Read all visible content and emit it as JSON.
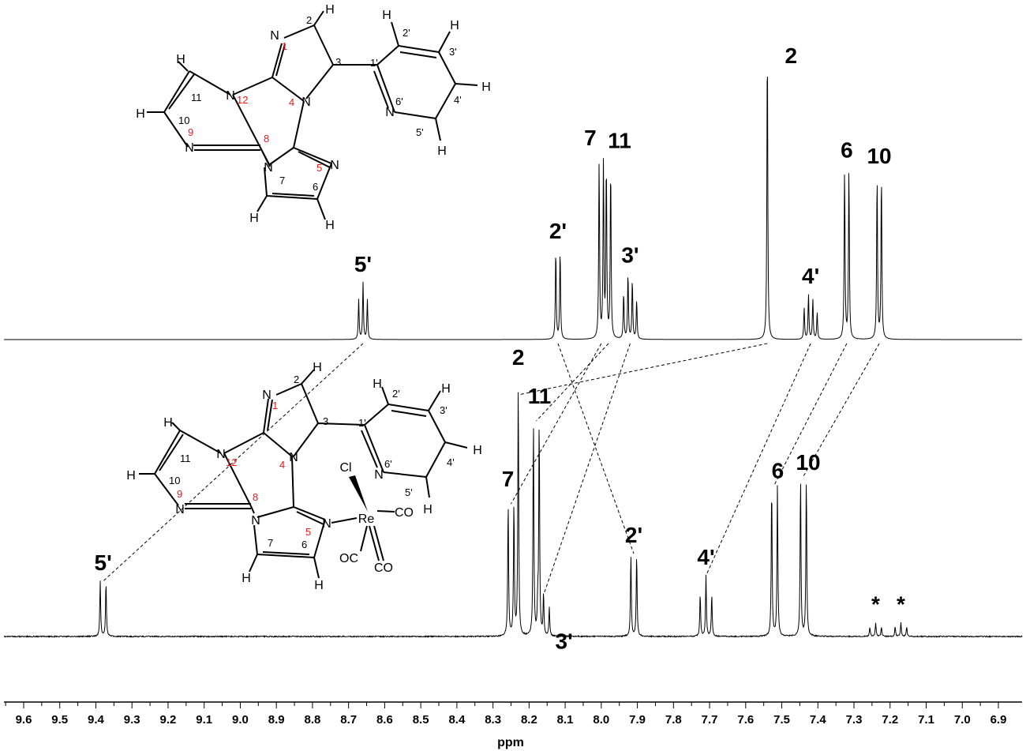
{
  "chart_data": {
    "type": "line",
    "xlabel": "ppm",
    "xlim": [
      9.6,
      6.85
    ],
    "x_reversed": true,
    "grid": false,
    "x_ticks": [
      "9.6",
      "9.5",
      "9.4",
      "9.3",
      "9.2",
      "9.1",
      "9.0",
      "8.9",
      "8.8",
      "8.7",
      "8.6",
      "8.5",
      "8.4",
      "8.3",
      "8.2",
      "8.1",
      "8.0",
      "7.9",
      "7.8",
      "7.7",
      "7.6",
      "7.5",
      "7.4",
      "7.3",
      "7.2",
      "7.1",
      "7.0",
      "6.9"
    ],
    "series": [
      {
        "peaks": [
          {
            "label": "5'",
            "ppm": 8.66,
            "intensity": 0.19,
            "lines": 3
          },
          {
            "label": "2'",
            "ppm": 8.12,
            "intensity": 0.3,
            "lines": 2
          },
          {
            "label": "7",
            "ppm": 8.0,
            "intensity": 0.59,
            "lines": 2
          },
          {
            "label": "11",
            "ppm": 7.98,
            "intensity": 0.58,
            "lines": 2
          },
          {
            "label": "3'",
            "ppm": 7.92,
            "intensity": 0.22,
            "lines": 4
          },
          {
            "label": "2",
            "ppm": 7.54,
            "intensity": 1.0,
            "lines": 1
          },
          {
            "label": "4'",
            "ppm": 7.42,
            "intensity": 0.15,
            "lines": 4
          },
          {
            "label": "6",
            "ppm": 7.32,
            "intensity": 0.57,
            "lines": 2
          },
          {
            "label": "10",
            "ppm": 7.23,
            "intensity": 0.55,
            "lines": 2
          }
        ]
      },
      {
        "peaks": [
          {
            "label": "5'",
            "ppm": 9.38,
            "intensity": 0.2,
            "lines": 2
          },
          {
            "label": "7",
            "ppm": 8.25,
            "intensity": 0.48,
            "lines": 2
          },
          {
            "label": "2",
            "ppm": 8.23,
            "intensity": 0.92,
            "lines": 1
          },
          {
            "label": "11",
            "ppm": 8.18,
            "intensity": 0.78,
            "lines": 2
          },
          {
            "label": "3'",
            "ppm": 8.16,
            "intensity": 0.15,
            "lines": 3
          },
          {
            "label": "2'",
            "ppm": 7.91,
            "intensity": 0.3,
            "lines": 2
          },
          {
            "label": "4'",
            "ppm": 7.71,
            "intensity": 0.22,
            "lines": 3
          },
          {
            "label": "6",
            "ppm": 7.52,
            "intensity": 0.55,
            "lines": 2
          },
          {
            "label": "10",
            "ppm": 7.44,
            "intensity": 0.58,
            "lines": 2
          },
          {
            "label": "*",
            "ppm": 7.24,
            "intensity": 0.05,
            "lines": 3
          },
          {
            "label": "*",
            "ppm": 7.17,
            "intensity": 0.05,
            "lines": 3
          }
        ]
      }
    ]
  },
  "structure_ligand": {
    "atoms": {
      "N1": "N",
      "N4": "N",
      "N5": "N",
      "N6p": "N",
      "N8": "N",
      "N9": "N",
      "N12": "N",
      "H2": "H",
      "H2p": "H",
      "H3p": "H",
      "H4p": "H",
      "H5p": "H",
      "H6": "H",
      "H7": "H",
      "H10": "H",
      "H11": "H"
    },
    "numbers_black": {
      "c2": "2",
      "c3": "3",
      "c1p": "1'",
      "c2p": "2'",
      "c3p": "3'",
      "c4p": "4'",
      "c5p": "5'",
      "c6p": "6'",
      "c6": "6",
      "c7": "7",
      "c10": "10",
      "c11": "11"
    },
    "numbers_red": {
      "r1": "1",
      "r4": "4",
      "r5": "5",
      "r8": "8",
      "r9": "9",
      "r12": "12"
    }
  },
  "structure_complex": {
    "atoms": {
      "N1": "N",
      "N4": "N",
      "N5": "N",
      "N6p": "N",
      "N8": "N",
      "N9": "N",
      "N12": "N",
      "H2": "H",
      "H2p": "H",
      "H3p": "H",
      "H4p": "H",
      "H5p": "H",
      "H6": "H",
      "H7": "H",
      "H10": "H",
      "H11": "H",
      "Re": "Re",
      "Cl": "Cl",
      "CO1": "CO",
      "CO2": "CO",
      "OC": "OC"
    },
    "numbers_black": {
      "c2": "2",
      "c3": "3",
      "c1p": "1'",
      "c2p": "2'",
      "c3p": "3'",
      "c4p": "4'",
      "c5p": "5'",
      "c6p": "6'",
      "c6": "6",
      "c7": "7",
      "c10": "10",
      "c11": "11"
    },
    "numbers_red": {
      "r1": "1",
      "r4": "4",
      "r5": "5",
      "r8": "8",
      "r9": "9",
      "r12": "12"
    }
  }
}
